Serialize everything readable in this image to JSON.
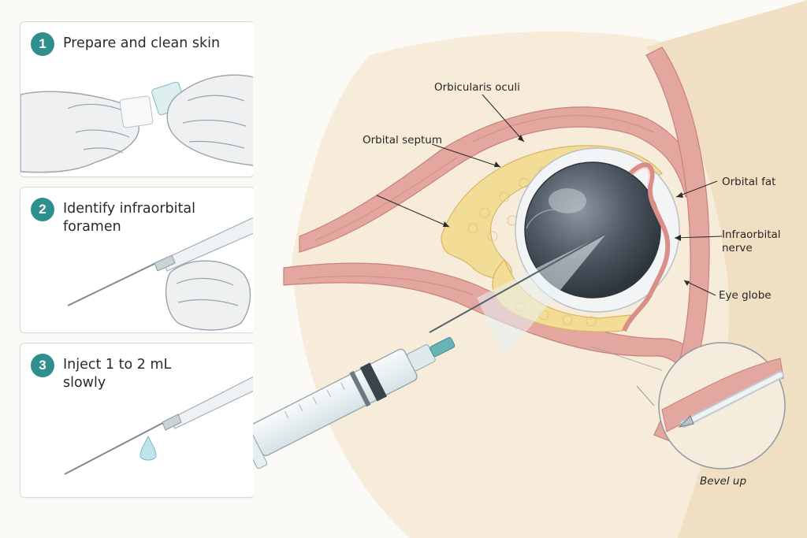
{
  "steps": [
    {
      "number": "1",
      "title": "Prepare and clean skin"
    },
    {
      "number": "2",
      "title": "Identify infraorbital foramen"
    },
    {
      "number": "3",
      "title": "Inject 1 to 2 mL slowly"
    }
  ],
  "labels": {
    "orbicularis": "Orbicularis oculi",
    "septum": "Orbital septum",
    "fat": "Orbital fat",
    "nerve": "Infraorbital nerve",
    "globe": "Eye globe",
    "bevel": "Bevel up"
  },
  "colors": {
    "accent_teal": "#2f8f8c",
    "muscle": "#e4a7a0",
    "fat": "#f3dc96",
    "globe": "#4f5964",
    "skin": "#f5e6cf"
  }
}
